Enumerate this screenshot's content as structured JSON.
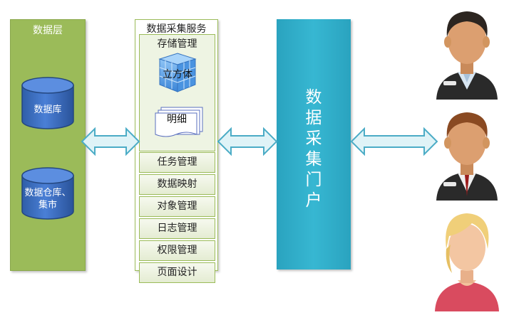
{
  "data_layer": {
    "title": "数据层",
    "database_label": "数据库",
    "warehouse_label": "数据仓库、集市"
  },
  "service": {
    "title": "数据采集服务",
    "storage": {
      "title": "存储管理",
      "cube_label": "立方体",
      "detail_label": "明细"
    },
    "items": [
      "任务管理",
      "数据映射",
      "对象管理",
      "日志管理",
      "权限管理",
      "页面设计"
    ]
  },
  "portal": {
    "title": "数据采集门户"
  },
  "colors": {
    "data_layer_green": "#9bbb59",
    "portal_teal": "#31adc9",
    "arrow_fill": "#dff3f7",
    "arrow_stroke": "#4bacc6",
    "cylinder_blue": "#3b6cc4"
  },
  "users": [
    "male-user-icon",
    "male-user-icon",
    "female-user-icon"
  ]
}
